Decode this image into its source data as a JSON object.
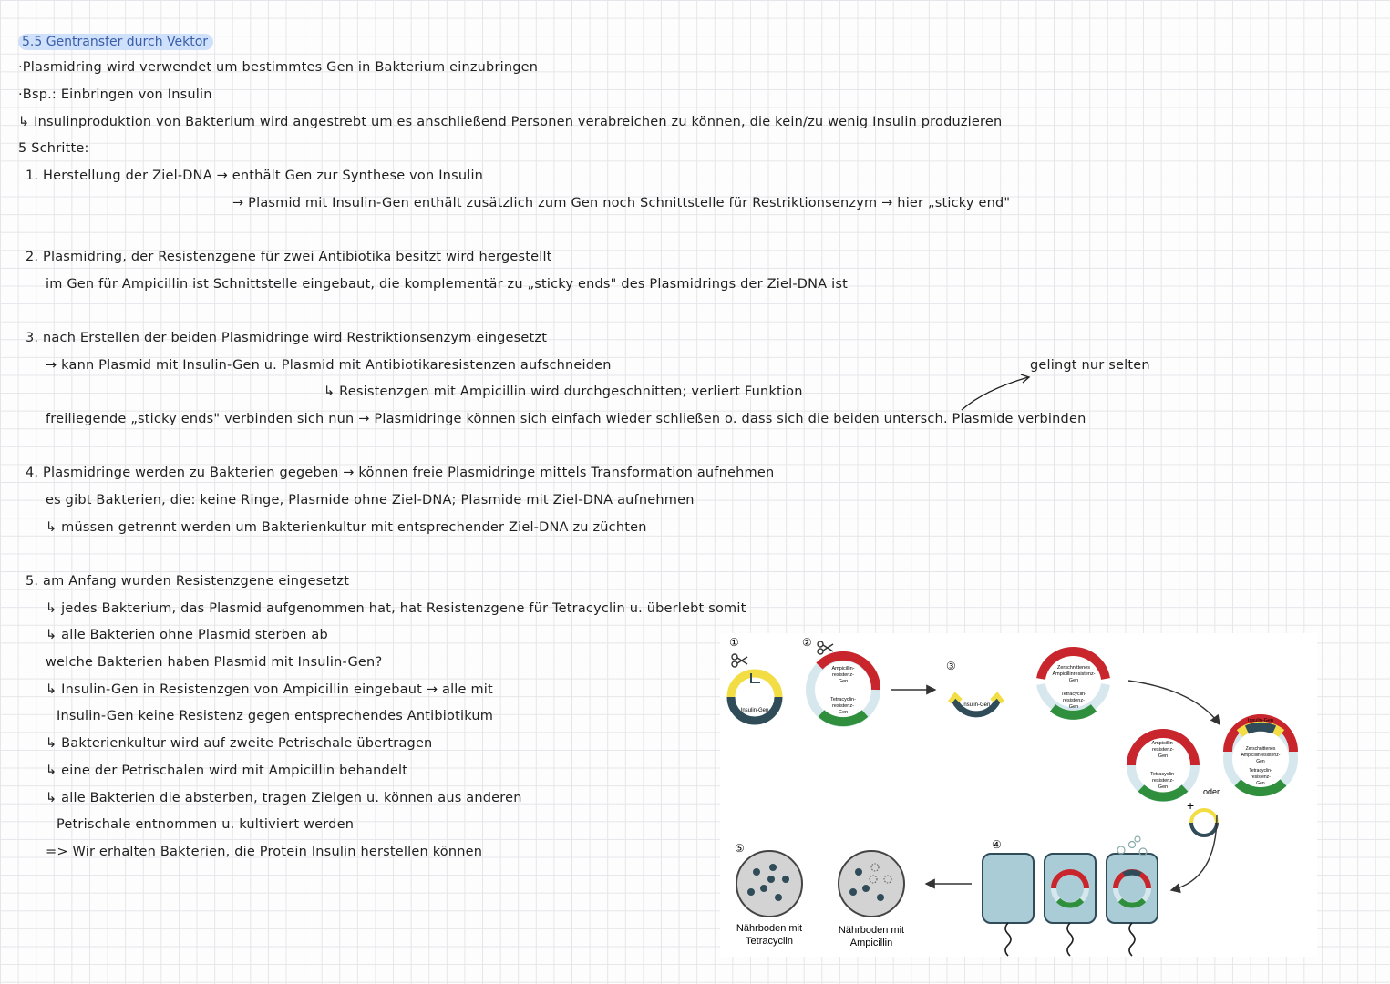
{
  "title": "5.5 Gentransfer durch Vektor",
  "lines": [
    "·Plasmidring wird verwendet um bestimmtes Gen in Bakterium einzubringen",
    "·Bsp.: Einbringen von Insulin",
    "↳ Insulinproduktion von Bakterium wird angestrebt um es anschließend Personen verabreichen zu können, die kein/zu wenig Insulin produzieren",
    "5 Schritte:",
    "1. Herstellung der Ziel-DNA → enthält Gen zur Synthese von Insulin",
    "→ Plasmid mit Insulin-Gen enthält zusätzlich zum Gen noch Schnittstelle für Restriktionsenzym → hier „sticky end\"",
    "2. Plasmidring, der Resistenzgene für zwei Antibiotika besitzt wird hergestellt",
    "im Gen für Ampicillin ist Schnittstelle eingebaut, die komplementär zu „sticky ends\" des Plasmidrings der Ziel-DNA ist",
    "3. nach Erstellen der beiden Plasmidringe wird Restriktionsenzym eingesetzt",
    "→ kann Plasmid mit Insulin-Gen u. Plasmid mit Antibiotikaresistenzen aufschneiden",
    "↳ Resistenzgen mit Ampicillin wird durchgeschnitten; verliert Funktion",
    "gelingt nur selten",
    "freiliegende „sticky ends\" verbinden sich nun → Plasmidringe können sich einfach wieder schließen o. dass sich die beiden untersch. Plasmide verbinden",
    "4. Plasmidringe werden zu Bakterien gegeben → können freie Plasmidringe mittels Transformation aufnehmen",
    "es gibt Bakterien, die: keine Ringe, Plasmide ohne Ziel-DNA; Plasmide mit Ziel-DNA aufnehmen",
    "↳ müssen getrennt werden um Bakterienkultur mit entsprechender Ziel-DNA zu züchten",
    "5. am Anfang wurden Resistenzgene eingesetzt",
    "↳ jedes Bakterium, das Plasmid aufgenommen hat, hat Resistenzgene für Tetracyclin u. überlebt somit",
    "↳ alle Bakterien ohne Plasmid sterben ab",
    "welche Bakterien haben Plasmid mit Insulin-Gen?",
    "↳ Insulin-Gen in Resistenzgen von Ampicillin eingebaut → alle mit",
    "Insulin-Gen keine Resistenz gegen entsprechendes Antibiotikum",
    "↳ Bakterienkultur wird auf zweite Petrischale übertragen",
    "↳ eine der Petrischalen wird mit Ampicillin behandelt",
    "↳ alle Bakterien die absterben, tragen Zielgen u. können aus anderen",
    "Petrischale entnommen u. kultiviert werden",
    "=> Wir erhalten Bakterien, die Protein Insulin herstellen können"
  ],
  "figure": {
    "step_numbers": [
      "①",
      "②",
      "③",
      "④",
      "⑤"
    ],
    "insulin_gen": "Insulin-Gen",
    "amp_gen_lines": [
      "Ampicillin-",
      "resistenz-",
      "Gen"
    ],
    "tet_gen_lines": [
      "Tetracyclin-",
      "resistenz-",
      "Gen"
    ],
    "cut_amp_lines": [
      "Zerschnittenes",
      "Ampicillinresistenz-",
      "Gen"
    ],
    "oder": "oder",
    "plus": "+",
    "dish_tet_lines": [
      "Nährboden mit",
      "Tetracyclin"
    ],
    "dish_amp_lines": [
      "Nährboden mit",
      "Ampicillin"
    ],
    "colors": {
      "yellow": "#f2dd44",
      "dark": "#2f4c58",
      "red": "#c8252c",
      "green": "#2f8f3c",
      "light_blue": "#d6e8ee",
      "cell": "#a9ccd6"
    }
  }
}
